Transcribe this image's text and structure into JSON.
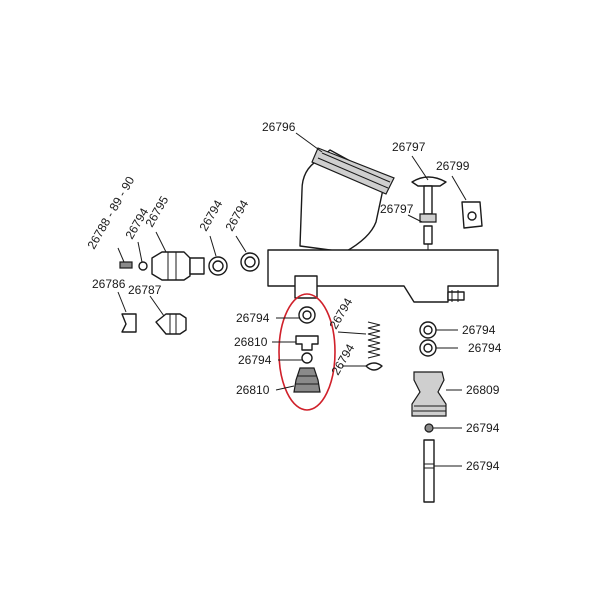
{
  "accent_color": "#d0202a",
  "labels": {
    "cup": "26796",
    "needle_cap": "26797",
    "needle_screw": "26797",
    "nut": "26799",
    "nozzle_parts": "26788 - 89 - 90",
    "nozzle_oring": "26794",
    "nozzle_body": "26795",
    "head_oring_a": "26794",
    "head_oring_b": "26794",
    "nozzle_cap": "26786",
    "head_cap": "26787",
    "valve_oring_top": "26794",
    "valve_stem_top": "26810",
    "valve_oring_mid": "26794",
    "valve_stem_bottom": "26810",
    "spring": "26794",
    "spring_clip": "26794",
    "right_oring_a": "26794",
    "right_oring_b": "26794",
    "right_housing": "26809",
    "right_oring_c": "26794",
    "right_pin": "26794"
  }
}
